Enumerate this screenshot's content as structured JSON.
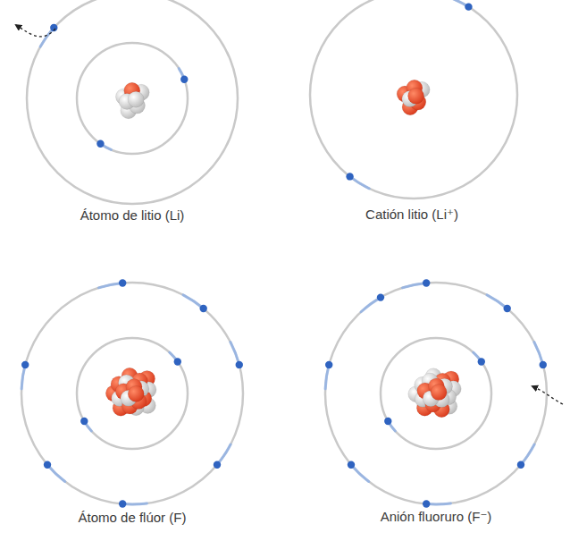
{
  "diagram": {
    "labels": [
      "Átomo de litio (Li)",
      "Catión litio (Li⁺)",
      "Átomo de flúor (F)",
      "Anión fluoruro (F⁻)"
    ]
  }
}
